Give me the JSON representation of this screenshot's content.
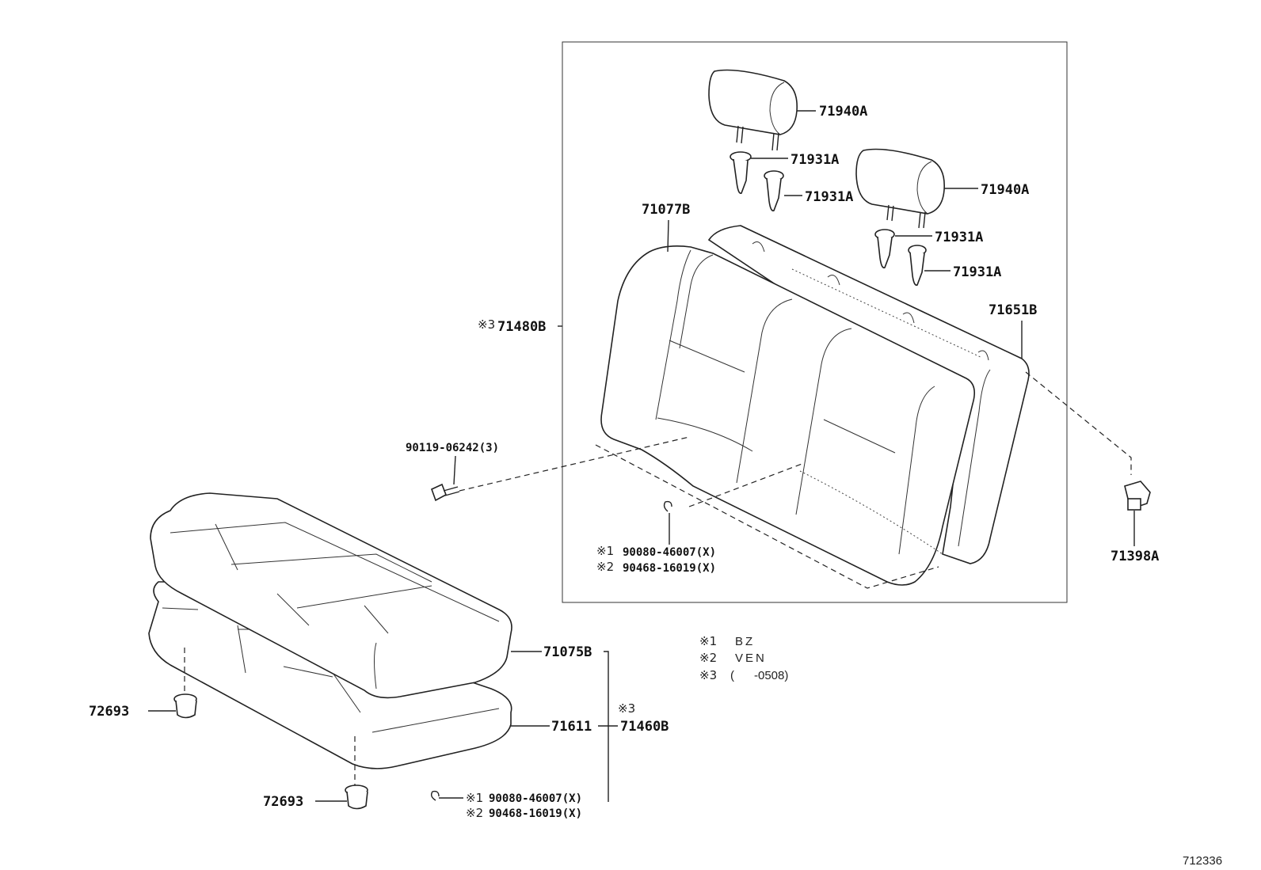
{
  "parts": {
    "headrest_1": "71940A",
    "headrest_2": "71940A",
    "support_1": "71931A",
    "support_2": "71931A",
    "support_3": "71931A",
    "support_4": "71931A",
    "back_cover": "71077B",
    "back_assembly_mark": "※3",
    "back_assembly": "71480B",
    "back_pad": "71651B",
    "bolt": "90119-06242(3)",
    "hinge": "71398A",
    "back_hog_ring_1": "90080-46007(X)",
    "back_hog_ring_2": "90468-16019(X)",
    "back_hog_ring_1_mark": "※1",
    "back_hog_ring_2_mark": "※2",
    "cushion_cover": "71075B",
    "cushion_pad": "71611",
    "cushion_assembly_mark": "※3",
    "cushion_assembly": "71460B",
    "clip_1": "72693",
    "clip_2": "72693",
    "cushion_hog_ring_1": "90080-46007(X)",
    "cushion_hog_ring_2": "90468-16019(X)",
    "cushion_hog_ring_1_mark": "※1",
    "cushion_hog_ring_2_mark": "※2"
  },
  "notes": [
    {
      "mark": "※1",
      "text": "BZ"
    },
    {
      "mark": "※2",
      "text": "VEN"
    },
    {
      "mark": "※3",
      "text": "(      -0508)"
    }
  ],
  "figure_id": "712336"
}
